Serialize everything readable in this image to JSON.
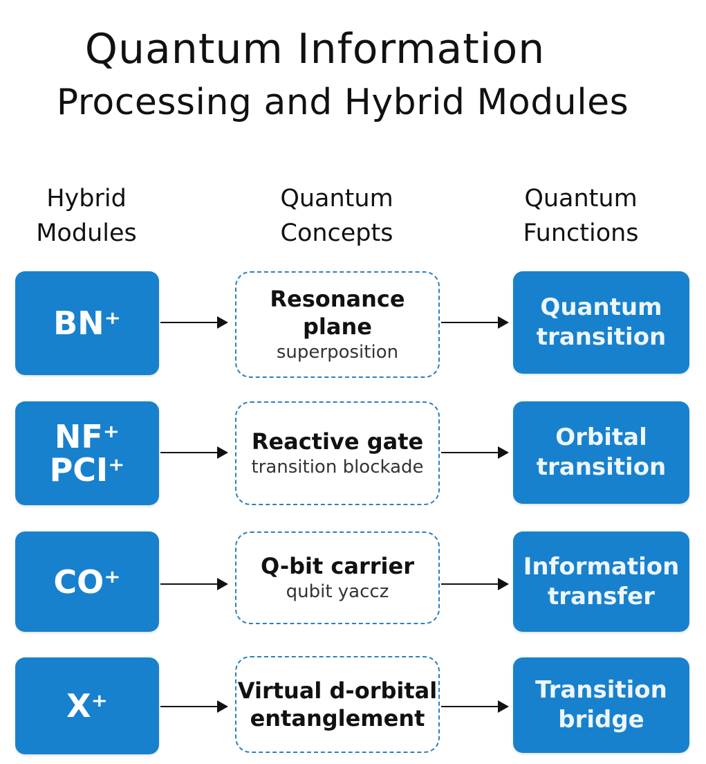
{
  "title": {
    "line1": "Quantum Information",
    "line2": "Processing and Hybrid Modules"
  },
  "columns": [
    {
      "line1": "Hybrid",
      "line2": "Modules"
    },
    {
      "line1": "Quantum",
      "line2": "Concepts"
    },
    {
      "line1": "Quantum",
      "line2": "Functions"
    }
  ],
  "rows": [
    {
      "module": [
        "BN⁺"
      ],
      "concept_title": [
        "Resonance",
        "plane"
      ],
      "concept_sub": "superposition",
      "function": [
        "Quantum",
        "transition"
      ]
    },
    {
      "module": [
        "NF⁺",
        "PCI⁺"
      ],
      "concept_title": [
        "Reactive gate"
      ],
      "concept_sub": "transition blockade",
      "function": [
        "Orbital",
        "transition"
      ]
    },
    {
      "module": [
        "CO⁺"
      ],
      "concept_title": [
        "Q-bit carrier"
      ],
      "concept_sub": "qubit yaccz",
      "function": [
        "Information",
        "transfer"
      ]
    },
    {
      "module": [
        "X⁺"
      ],
      "concept_title": [
        "Virtual d-orbital",
        "entanglement"
      ],
      "concept_sub": "",
      "function": [
        "Transition",
        "bridge"
      ]
    }
  ],
  "colors": {
    "module_fill": "#1881cd",
    "concept_border": "#2a7fbf",
    "arrow": "#111111"
  }
}
